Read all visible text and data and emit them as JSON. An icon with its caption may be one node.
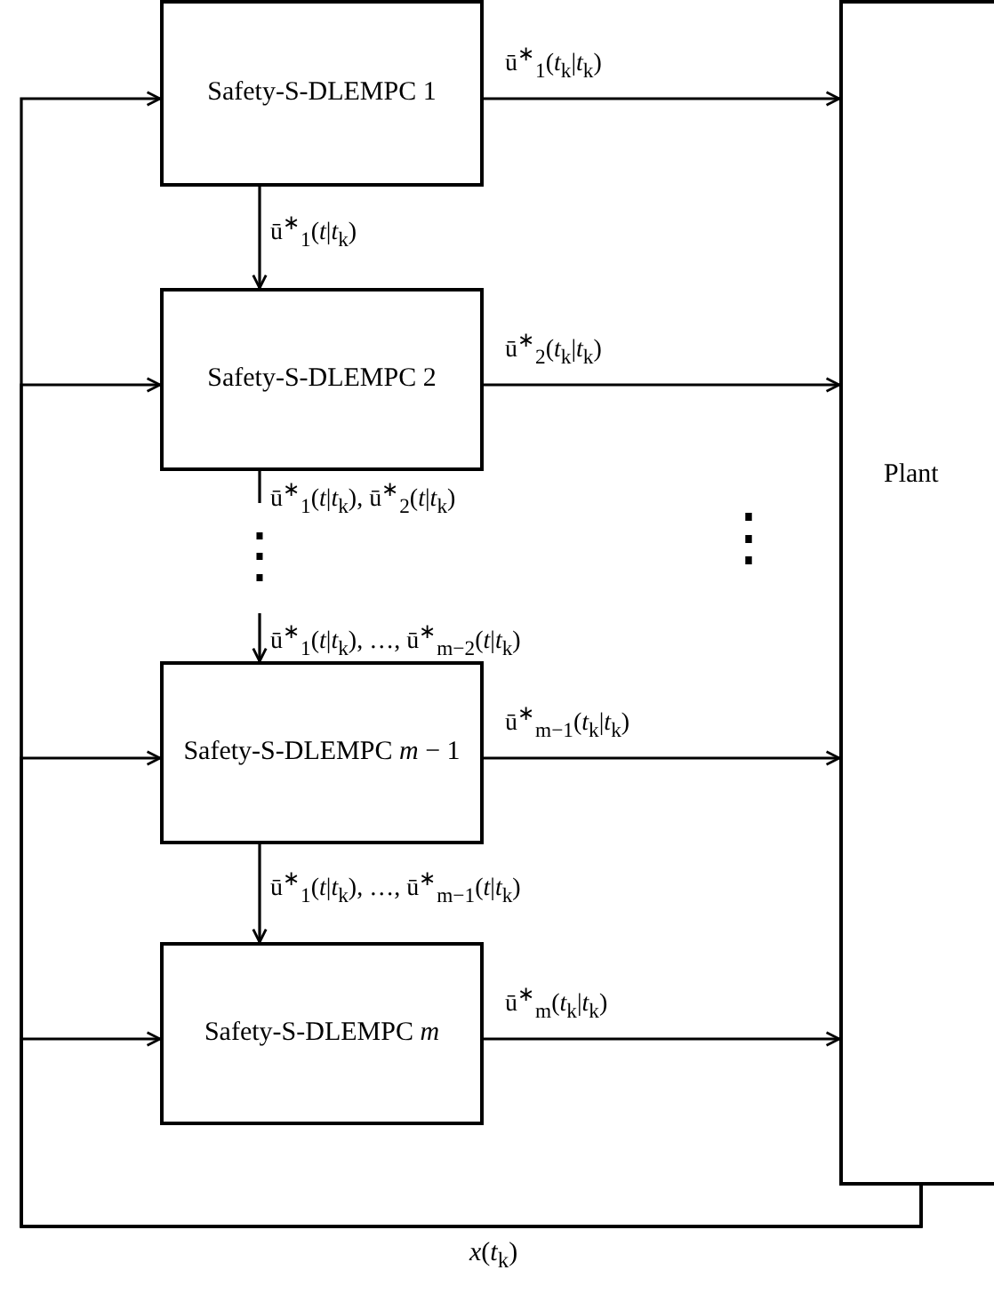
{
  "diagram": {
    "nodes": [
      {
        "text": [
          "Safety-S-DLEMPC 1"
        ]
      },
      {
        "text": [
          "Safety-S-DLEMPC 2"
        ]
      },
      {
        "text": [
          "Safety-S-DLEMPC *m* − 1"
        ]
      },
      {
        "text": [
          "Safety-S-DLEMPC *m*"
        ]
      },
      {
        "text": [
          "Plant"
        ]
      },
      {
        "text": [
          "⋮"
        ]
      }
    ],
    "edges": [
      {
        "from": 0,
        "to": 4,
        "arrow": "to",
        "label": "ū$^{∗}$$_{1}$(*t*$_{k}$|*t*$_{k}$)"
      },
      {
        "from": 0,
        "to": 1,
        "arrow": "to",
        "label": "ū$^{∗}$$_{1}$(*t*|*t*$_{k}$)"
      },
      {
        "from": 1,
        "to": 4,
        "arrow": "to",
        "label": "ū$^{∗}$$_{2}$(*t*$_{k}$|*t*$_{k}$)"
      },
      {
        "from": 1,
        "to": 5,
        "arrow": "none",
        "label": "ū$^{∗}$$_{1}$(*t*|*t*$_{k}$), ū$^{∗}$$_{2}$(*t*|*t*$_{k}$)"
      },
      {
        "from": 5,
        "to": 2,
        "arrow": "to",
        "label": "ū$^{∗}$$_{1}$(*t*|*t*$_{k}$), …, ū$^{∗}$$_{m−2}$(*t*|*t*$_{k}$)"
      },
      {
        "from": 2,
        "to": 4,
        "arrow": "to",
        "label": "ū$^{∗}$$_{m−1}$(*t*$_{k}$|*t*$_{k}$)"
      },
      {
        "from": 2,
        "to": 3,
        "arrow": "to",
        "label": "ū$^{∗}$$_{1}$(*t*|*t*$_{k}$), …, ū$^{∗}$$_{m−1}$(*t*|*t*$_{k}$)"
      },
      {
        "from": 3,
        "to": 4,
        "arrow": "to",
        "label": "ū$^{∗}$$_{m}$(*t*$_{k}$|*t*$_{k}$)"
      },
      {
        "from": 4,
        "to": 0,
        "arrow": "to"
      },
      {
        "from": 4,
        "to": 1,
        "arrow": "to"
      },
      {
        "from": 4,
        "to": 2,
        "arrow": "to"
      },
      {
        "from": 4,
        "to": 3,
        "arrow": "to"
      }
    ],
    "labels": [
      "⋮",
      "*x*(*t*$_{k}$)"
    ]
  }
}
